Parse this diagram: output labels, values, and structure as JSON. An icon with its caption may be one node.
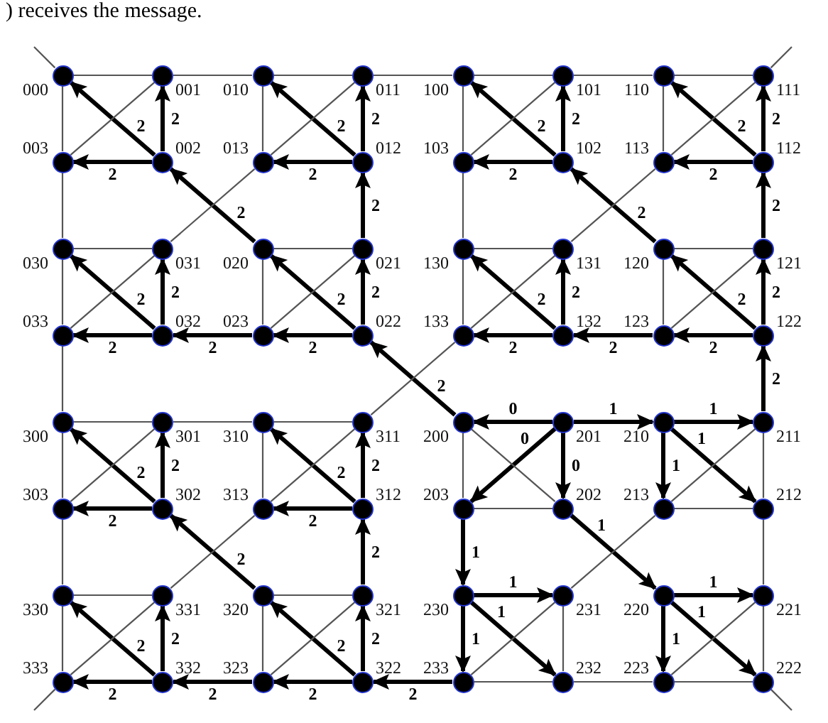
{
  "diagram": {
    "nodes": [
      {
        "text": [],
        "shape": "circle",
        "beside": [
          "000"
        ]
      },
      {
        "text": [],
        "shape": "circle",
        "beside": [
          "001"
        ]
      },
      {
        "text": [],
        "shape": "circle",
        "beside": [
          "010"
        ]
      },
      {
        "text": [],
        "shape": "circle",
        "beside": [
          "011"
        ]
      },
      {
        "text": [],
        "shape": "circle",
        "beside": [
          "100"
        ]
      },
      {
        "text": [],
        "shape": "circle",
        "beside": [
          "101"
        ]
      },
      {
        "text": [],
        "shape": "circle",
        "beside": [
          "110"
        ]
      },
      {
        "text": [],
        "shape": "circle",
        "beside": [
          "111"
        ]
      },
      {
        "text": [],
        "shape": "circle",
        "beside": [
          "003"
        ]
      },
      {
        "text": [],
        "shape": "circle",
        "beside": [
          "002"
        ]
      },
      {
        "text": [],
        "shape": "circle",
        "beside": [
          "013"
        ]
      },
      {
        "text": [],
        "shape": "circle",
        "beside": [
          "012"
        ]
      },
      {
        "text": [],
        "shape": "circle",
        "beside": [
          "103"
        ]
      },
      {
        "text": [],
        "shape": "circle",
        "beside": [
          "102"
        ]
      },
      {
        "text": [],
        "shape": "circle",
        "beside": [
          "113"
        ]
      },
      {
        "text": [],
        "shape": "circle",
        "beside": [
          "112"
        ]
      },
      {
        "text": [],
        "shape": "circle",
        "beside": [
          "030"
        ]
      },
      {
        "text": [],
        "shape": "circle",
        "beside": [
          "031"
        ]
      },
      {
        "text": [],
        "shape": "circle",
        "beside": [
          "020"
        ]
      },
      {
        "text": [],
        "shape": "circle",
        "beside": [
          "021"
        ]
      },
      {
        "text": [],
        "shape": "circle",
        "beside": [
          "130"
        ]
      },
      {
        "text": [],
        "shape": "circle",
        "beside": [
          "131"
        ]
      },
      {
        "text": [],
        "shape": "circle",
        "beside": [
          "120"
        ]
      },
      {
        "text": [],
        "shape": "circle",
        "beside": [
          "121"
        ]
      },
      {
        "text": [],
        "shape": "circle",
        "beside": [
          "033"
        ]
      },
      {
        "text": [],
        "shape": "circle",
        "beside": [
          "032"
        ]
      },
      {
        "text": [],
        "shape": "circle",
        "beside": [
          "023"
        ]
      },
      {
        "text": [],
        "shape": "circle",
        "beside": [
          "022"
        ]
      },
      {
        "text": [],
        "shape": "circle",
        "beside": [
          "133"
        ]
      },
      {
        "text": [],
        "shape": "circle",
        "beside": [
          "132"
        ]
      },
      {
        "text": [],
        "shape": "circle",
        "beside": [
          "123"
        ]
      },
      {
        "text": [],
        "shape": "circle",
        "beside": [
          "122"
        ]
      },
      {
        "text": [],
        "shape": "circle",
        "beside": [
          "300"
        ]
      },
      {
        "text": [],
        "shape": "circle",
        "beside": [
          "301"
        ]
      },
      {
        "text": [],
        "shape": "circle",
        "beside": [
          "310"
        ]
      },
      {
        "text": [],
        "shape": "circle",
        "beside": [
          "311"
        ]
      },
      {
        "text": [],
        "shape": "circle",
        "beside": [
          "200"
        ]
      },
      {
        "text": [],
        "shape": "circle",
        "beside": [
          "201"
        ]
      },
      {
        "text": [],
        "shape": "circle",
        "beside": [
          "210"
        ]
      },
      {
        "text": [],
        "shape": "circle",
        "beside": [
          "211"
        ]
      },
      {
        "text": [],
        "shape": "circle",
        "beside": [
          "303"
        ]
      },
      {
        "text": [],
        "shape": "circle",
        "beside": [
          "302"
        ]
      },
      {
        "text": [],
        "shape": "circle",
        "beside": [
          "313"
        ]
      },
      {
        "text": [],
        "shape": "circle",
        "beside": [
          "312"
        ]
      },
      {
        "text": [],
        "shape": "circle",
        "beside": [
          "203"
        ]
      },
      {
        "text": [],
        "shape": "circle",
        "beside": [
          "202"
        ]
      },
      {
        "text": [],
        "shape": "circle",
        "beside": [
          "213"
        ]
      },
      {
        "text": [],
        "shape": "circle",
        "beside": [
          "212"
        ]
      },
      {
        "text": [],
        "shape": "circle",
        "beside": [
          "330"
        ]
      },
      {
        "text": [],
        "shape": "circle",
        "beside": [
          "331"
        ]
      },
      {
        "text": [],
        "shape": "circle",
        "beside": [
          "320"
        ]
      },
      {
        "text": [],
        "shape": "circle",
        "beside": [
          "321"
        ]
      },
      {
        "text": [],
        "shape": "circle",
        "beside": [
          "230"
        ]
      },
      {
        "text": [],
        "shape": "circle",
        "beside": [
          "231"
        ]
      },
      {
        "text": [],
        "shape": "circle",
        "beside": [
          "220"
        ]
      },
      {
        "text": [],
        "shape": "circle",
        "beside": [
          "221"
        ]
      },
      {
        "text": [],
        "shape": "circle",
        "beside": [
          "333"
        ]
      },
      {
        "text": [],
        "shape": "circle",
        "beside": [
          "332"
        ]
      },
      {
        "text": [],
        "shape": "circle",
        "beside": [
          "323"
        ]
      },
      {
        "text": [],
        "shape": "circle",
        "beside": [
          "322"
        ]
      },
      {
        "text": [],
        "shape": "circle",
        "beside": [
          "233"
        ]
      },
      {
        "text": [],
        "shape": "circle",
        "beside": [
          "232"
        ]
      },
      {
        "text": [],
        "shape": "circle",
        "beside": [
          "223"
        ]
      },
      {
        "text": [],
        "shape": "circle",
        "beside": [
          "222"
        ]
      }
    ],
    "edges": [
      {
        "from": 0,
        "to": 1,
        "arrow": "none"
      },
      {
        "from": 0,
        "to": 8,
        "arrow": "none"
      },
      {
        "from": 9,
        "to": 1,
        "arrow": "to",
        "label": "2",
        "style": "thick"
      },
      {
        "from": 9,
        "to": 8,
        "arrow": "to",
        "label": "2",
        "style": "thick"
      },
      {
        "from": 9,
        "to": 0,
        "arrow": "to",
        "label": "2",
        "style": "thick"
      },
      {
        "from": 8,
        "to": 1,
        "arrow": "none"
      },
      {
        "from": 2,
        "to": 3,
        "arrow": "none"
      },
      {
        "from": 2,
        "to": 10,
        "arrow": "none"
      },
      {
        "from": 11,
        "to": 3,
        "arrow": "to",
        "label": "2",
        "style": "thick"
      },
      {
        "from": 11,
        "to": 10,
        "arrow": "to",
        "label": "2",
        "style": "thick"
      },
      {
        "from": 11,
        "to": 2,
        "arrow": "to",
        "label": "2",
        "style": "thick"
      },
      {
        "from": 10,
        "to": 3,
        "arrow": "none"
      },
      {
        "from": 16,
        "to": 17,
        "arrow": "none"
      },
      {
        "from": 16,
        "to": 24,
        "arrow": "none"
      },
      {
        "from": 25,
        "to": 17,
        "arrow": "to",
        "label": "2",
        "style": "thick"
      },
      {
        "from": 25,
        "to": 24,
        "arrow": "to",
        "label": "2",
        "style": "thick"
      },
      {
        "from": 25,
        "to": 16,
        "arrow": "to",
        "label": "2",
        "style": "thick"
      },
      {
        "from": 24,
        "to": 17,
        "arrow": "none"
      },
      {
        "from": 18,
        "to": 19,
        "arrow": "none"
      },
      {
        "from": 18,
        "to": 26,
        "arrow": "none"
      },
      {
        "from": 27,
        "to": 19,
        "arrow": "to",
        "label": "2",
        "style": "thick"
      },
      {
        "from": 27,
        "to": 26,
        "arrow": "to",
        "label": "2",
        "style": "thick"
      },
      {
        "from": 27,
        "to": 18,
        "arrow": "to",
        "label": "2",
        "style": "thick"
      },
      {
        "from": 26,
        "to": 19,
        "arrow": "none"
      },
      {
        "from": 1,
        "to": 2,
        "arrow": "none"
      },
      {
        "from": 8,
        "to": 16,
        "arrow": "none"
      },
      {
        "from": 19,
        "to": 11,
        "arrow": "to",
        "label": "2",
        "style": "thick"
      },
      {
        "from": 26,
        "to": 25,
        "arrow": "to",
        "label": "2",
        "style": "thick"
      },
      {
        "from": 18,
        "to": 9,
        "arrow": "to",
        "label": "2",
        "style": "thick"
      },
      {
        "from": 17,
        "to": 10,
        "arrow": "none"
      },
      {
        "from": 4,
        "to": 5,
        "arrow": "none"
      },
      {
        "from": 4,
        "to": 12,
        "arrow": "none"
      },
      {
        "from": 13,
        "to": 5,
        "arrow": "to",
        "label": "2",
        "style": "thick"
      },
      {
        "from": 13,
        "to": 12,
        "arrow": "to",
        "label": "2",
        "style": "thick"
      },
      {
        "from": 13,
        "to": 4,
        "arrow": "to",
        "label": "2",
        "style": "thick"
      },
      {
        "from": 12,
        "to": 5,
        "arrow": "none"
      },
      {
        "from": 6,
        "to": 7,
        "arrow": "none"
      },
      {
        "from": 6,
        "to": 14,
        "arrow": "none"
      },
      {
        "from": 15,
        "to": 7,
        "arrow": "to",
        "label": "2",
        "style": "thick"
      },
      {
        "from": 15,
        "to": 14,
        "arrow": "to",
        "label": "2",
        "style": "thick"
      },
      {
        "from": 15,
        "to": 6,
        "arrow": "to",
        "label": "2",
        "style": "thick"
      },
      {
        "from": 14,
        "to": 7,
        "arrow": "none"
      },
      {
        "from": 20,
        "to": 21,
        "arrow": "none"
      },
      {
        "from": 20,
        "to": 28,
        "arrow": "none"
      },
      {
        "from": 29,
        "to": 21,
        "arrow": "to",
        "label": "2",
        "style": "thick"
      },
      {
        "from": 29,
        "to": 28,
        "arrow": "to",
        "label": "2",
        "style": "thick"
      },
      {
        "from": 29,
        "to": 20,
        "arrow": "to",
        "label": "2",
        "style": "thick"
      },
      {
        "from": 28,
        "to": 21,
        "arrow": "none"
      },
      {
        "from": 22,
        "to": 23,
        "arrow": "none"
      },
      {
        "from": 22,
        "to": 30,
        "arrow": "none"
      },
      {
        "from": 31,
        "to": 23,
        "arrow": "to",
        "label": "2",
        "style": "thick"
      },
      {
        "from": 31,
        "to": 30,
        "arrow": "to",
        "label": "2",
        "style": "thick"
      },
      {
        "from": 31,
        "to": 22,
        "arrow": "to",
        "label": "2",
        "style": "thick"
      },
      {
        "from": 30,
        "to": 23,
        "arrow": "none"
      },
      {
        "from": 5,
        "to": 6,
        "arrow": "none"
      },
      {
        "from": 12,
        "to": 20,
        "arrow": "none"
      },
      {
        "from": 23,
        "to": 15,
        "arrow": "to",
        "label": "2",
        "style": "thick"
      },
      {
        "from": 30,
        "to": 29,
        "arrow": "to",
        "label": "2",
        "style": "thick"
      },
      {
        "from": 22,
        "to": 13,
        "arrow": "to",
        "label": "2",
        "style": "thick"
      },
      {
        "from": 21,
        "to": 14,
        "arrow": "none"
      },
      {
        "from": 32,
        "to": 33,
        "arrow": "none"
      },
      {
        "from": 32,
        "to": 40,
        "arrow": "none"
      },
      {
        "from": 41,
        "to": 33,
        "arrow": "to",
        "label": "2",
        "style": "thick"
      },
      {
        "from": 41,
        "to": 40,
        "arrow": "to",
        "label": "2",
        "style": "thick"
      },
      {
        "from": 41,
        "to": 32,
        "arrow": "to",
        "label": "2",
        "style": "thick"
      },
      {
        "from": 40,
        "to": 33,
        "arrow": "none"
      },
      {
        "from": 34,
        "to": 35,
        "arrow": "none"
      },
      {
        "from": 34,
        "to": 42,
        "arrow": "none"
      },
      {
        "from": 43,
        "to": 35,
        "arrow": "to",
        "label": "2",
        "style": "thick"
      },
      {
        "from": 43,
        "to": 42,
        "arrow": "to",
        "label": "2",
        "style": "thick"
      },
      {
        "from": 43,
        "to": 34,
        "arrow": "to",
        "label": "2",
        "style": "thick"
      },
      {
        "from": 42,
        "to": 35,
        "arrow": "none"
      },
      {
        "from": 48,
        "to": 49,
        "arrow": "none"
      },
      {
        "from": 48,
        "to": 56,
        "arrow": "none"
      },
      {
        "from": 57,
        "to": 49,
        "arrow": "to",
        "label": "2",
        "style": "thick"
      },
      {
        "from": 57,
        "to": 56,
        "arrow": "to",
        "label": "2",
        "style": "thick"
      },
      {
        "from": 57,
        "to": 48,
        "arrow": "to",
        "label": "2",
        "style": "thick"
      },
      {
        "from": 56,
        "to": 49,
        "arrow": "none"
      },
      {
        "from": 50,
        "to": 51,
        "arrow": "none"
      },
      {
        "from": 50,
        "to": 58,
        "arrow": "none"
      },
      {
        "from": 59,
        "to": 51,
        "arrow": "to",
        "label": "2",
        "style": "thick"
      },
      {
        "from": 59,
        "to": 58,
        "arrow": "to",
        "label": "2",
        "style": "thick"
      },
      {
        "from": 59,
        "to": 50,
        "arrow": "to",
        "label": "2",
        "style": "thick"
      },
      {
        "from": 58,
        "to": 51,
        "arrow": "none"
      },
      {
        "from": 33,
        "to": 34,
        "arrow": "none"
      },
      {
        "from": 40,
        "to": 48,
        "arrow": "none"
      },
      {
        "from": 51,
        "to": 43,
        "arrow": "to",
        "label": "2",
        "style": "thick"
      },
      {
        "from": 58,
        "to": 57,
        "arrow": "to",
        "label": "2",
        "style": "thick"
      },
      {
        "from": 50,
        "to": 41,
        "arrow": "to",
        "label": "2",
        "style": "thick"
      },
      {
        "from": 49,
        "to": 42,
        "arrow": "none"
      },
      {
        "from": 37,
        "to": 36,
        "arrow": "to",
        "label": "0",
        "style": "thick"
      },
      {
        "from": 37,
        "to": 44,
        "arrow": "to",
        "label": "0",
        "style": "thick"
      },
      {
        "from": 37,
        "to": 45,
        "arrow": "to",
        "label": "0",
        "style": "thick"
      },
      {
        "from": 36,
        "to": 44,
        "arrow": "none"
      },
      {
        "from": 36,
        "to": 45,
        "arrow": "none"
      },
      {
        "from": 44,
        "to": 45,
        "arrow": "none"
      },
      {
        "from": 38,
        "to": 39,
        "arrow": "to",
        "label": "1",
        "style": "thick"
      },
      {
        "from": 38,
        "to": 46,
        "arrow": "to",
        "label": "1",
        "style": "thick"
      },
      {
        "from": 38,
        "to": 47,
        "arrow": "to",
        "label": "1",
        "style": "thick"
      },
      {
        "from": 39,
        "to": 47,
        "arrow": "none"
      },
      {
        "from": 46,
        "to": 47,
        "arrow": "none"
      },
      {
        "from": 46,
        "to": 39,
        "arrow": "none"
      },
      {
        "from": 52,
        "to": 53,
        "arrow": "to",
        "label": "1",
        "style": "thick"
      },
      {
        "from": 52,
        "to": 60,
        "arrow": "to",
        "label": "1",
        "style": "thick"
      },
      {
        "from": 52,
        "to": 61,
        "arrow": "to",
        "label": "1",
        "style": "thick"
      },
      {
        "from": 53,
        "to": 61,
        "arrow": "none"
      },
      {
        "from": 60,
        "to": 61,
        "arrow": "none"
      },
      {
        "from": 60,
        "to": 53,
        "arrow": "none"
      },
      {
        "from": 54,
        "to": 55,
        "arrow": "to",
        "label": "1",
        "style": "thick"
      },
      {
        "from": 54,
        "to": 62,
        "arrow": "to",
        "label": "1",
        "style": "thick"
      },
      {
        "from": 54,
        "to": 63,
        "arrow": "to",
        "label": "1",
        "style": "thick"
      },
      {
        "from": 55,
        "to": 63,
        "arrow": "none"
      },
      {
        "from": 62,
        "to": 63,
        "arrow": "none"
      },
      {
        "from": 62,
        "to": 55,
        "arrow": "none"
      },
      {
        "from": 37,
        "to": 38,
        "arrow": "to",
        "label": "1",
        "style": "thick"
      },
      {
        "from": 44,
        "to": 52,
        "arrow": "to",
        "label": "1",
        "style": "thick"
      },
      {
        "from": 45,
        "to": 54,
        "arrow": "to",
        "label": "1",
        "style": "thick"
      },
      {
        "from": 47,
        "to": 55,
        "arrow": "none"
      },
      {
        "from": 61,
        "to": 62,
        "arrow": "none"
      },
      {
        "from": 53,
        "to": 46,
        "arrow": "none"
      },
      {
        "from": 3,
        "to": 4,
        "arrow": "none"
      },
      {
        "from": 24,
        "to": 32,
        "arrow": "none"
      },
      {
        "from": 36,
        "to": 27,
        "arrow": "to",
        "label": "2",
        "style": "thick"
      },
      {
        "from": 39,
        "to": 31,
        "arrow": "to",
        "label": "2",
        "style": "thick"
      },
      {
        "from": 60,
        "to": 59,
        "arrow": "to",
        "label": "2",
        "style": "thick"
      },
      {
        "from": 35,
        "to": 28,
        "arrow": "none"
      },
      {
        "from": null,
        "to": 0,
        "arrow": "none"
      },
      {
        "from": null,
        "to": 7,
        "arrow": "none"
      },
      {
        "from": 56,
        "to": null,
        "arrow": "none"
      },
      {
        "from": 63,
        "to": null,
        "arrow": "none"
      }
    ],
    "labels": [
      ") receives the message."
    ]
  }
}
